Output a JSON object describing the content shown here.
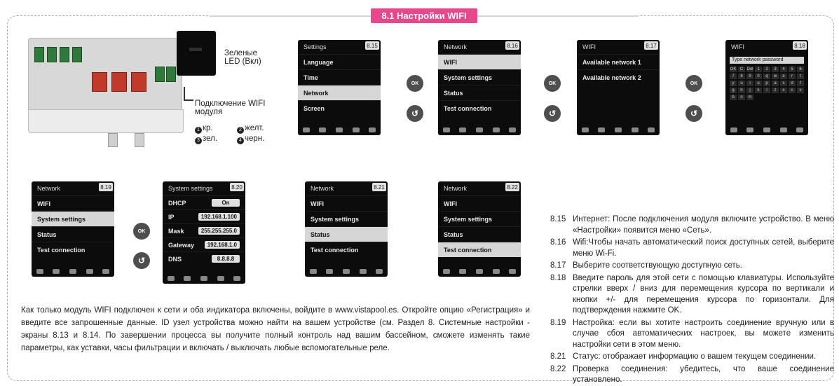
{
  "title": "8.1 Настройки WIFI",
  "device": {
    "led_label": "Зеленые LED (Вкл)",
    "connect_label": "Подключение WIFI модуля",
    "wires": [
      {
        "num": "1",
        "label": "кр."
      },
      {
        "num": "2",
        "label": "желт."
      },
      {
        "num": "3",
        "label": "зел."
      },
      {
        "num": "4",
        "label": "черн."
      }
    ]
  },
  "screens": {
    "s815": {
      "badge": "8.15",
      "header": "Settings",
      "items": [
        "Language",
        "Time",
        "Network",
        "Screen"
      ]
    },
    "s816": {
      "badge": "8.16",
      "header": "Network",
      "items": [
        "WIFI",
        "System settings",
        "Status",
        "Test connection"
      ]
    },
    "s817": {
      "badge": "8.17",
      "header": "WIFI",
      "items": [
        "Available network 1",
        "Available network 2"
      ]
    },
    "s818": {
      "badge": "8.18",
      "header": "WIFI",
      "password": "Type network password",
      "keys": [
        "OK",
        "C",
        "Del",
        "1",
        "2",
        "3",
        "4",
        "5",
        "6",
        "7",
        "8",
        "9",
        "0",
        "q",
        "w",
        "e",
        "r",
        "t",
        "y",
        "u",
        "i",
        "o",
        "p",
        "a",
        "s",
        "d",
        "f",
        "g",
        "h",
        "j",
        "k",
        "l",
        "z",
        "x",
        "c",
        "v",
        "b",
        "n",
        "m"
      ]
    },
    "s819": {
      "badge": "8.19",
      "header": "Network",
      "items": [
        "WIFI",
        "System settings",
        "Status",
        "Test connection"
      ]
    },
    "s820": {
      "badge": "8.20",
      "header": "System settings",
      "rows": [
        {
          "key": "DHCP",
          "value": "On"
        },
        {
          "key": "IP",
          "value": "192.168.1.100"
        },
        {
          "key": "Mask",
          "value": "255.255.255.0"
        },
        {
          "key": "Gateway",
          "value": "192.168.1.0"
        },
        {
          "key": "DNS",
          "value": "8.8.8.8"
        }
      ]
    },
    "s821": {
      "badge": "8.21",
      "header": "Network",
      "items": [
        "WIFI",
        "System settings",
        "Status",
        "Test connection"
      ]
    },
    "s822": {
      "badge": "8.22",
      "header": "Network",
      "items": [
        "WIFI",
        "System settings",
        "Status",
        "Test connection"
      ]
    }
  },
  "nav": {
    "ok": "OK",
    "back": "↺"
  },
  "descriptions": [
    {
      "num": "8.15",
      "text": "Интернет: После подключения модуля включите устройство. В меню «Настройки» появится меню «Сеть»."
    },
    {
      "num": "8.16",
      "text": "Wifi:Чтобы начать автоматический поиск доступных сетей, выберите меню Wi-Fi."
    },
    {
      "num": "8.17",
      "text": "Выберите соответствующую доступную сеть."
    },
    {
      "num": "8.18",
      "text": "Введите пароль для этой сети с помощью клавиатуры. Используйте стрелки вверх / вниз для перемещения курсора по вертикали и кнопки +/- для перемещения курсора по горизонтали. Для подтверждения нажмите OK."
    },
    {
      "num": "8.19",
      "text": "Настройка: если вы хотите настроить соединение вручную или в случае сбоя автоматических настроек, вы можете изменить настройки сети в этом меню."
    },
    {
      "num": "8.21",
      "text": "Статус: отображает информацию о вашем текущем соединении."
    },
    {
      "num": "8.22",
      "text": "Проверка соединения: убедитесь, что ваше соединение установлено."
    }
  ],
  "bottom_text": "Как только модуль WIFI подключен к сети и оба индикатора включены, войдите в www.vistapool.es. Откройте опцию «Регистрация» и введите все запрошенные данные. ID узел устройства можно найти на вашем устройстве (см. Раздел 8. Системные настройки - экраны 8.13 и 8.14. По завершении процесса вы получите полный контроль над вашим бассейном, сможете изменять такие параметры, как уставки, часы фильтрации и включать / выключать любые вспомогательные реле."
}
